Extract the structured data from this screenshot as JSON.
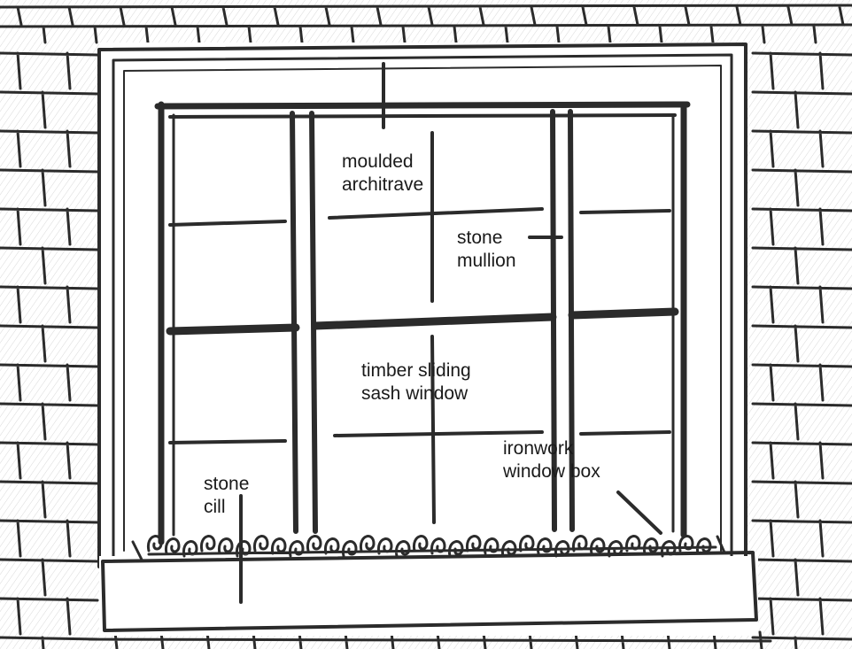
{
  "labels": {
    "architrave": {
      "line1": "moulded",
      "line2": "architrave"
    },
    "mullion": {
      "line1": "stone",
      "line2": "mullion"
    },
    "sash": {
      "line1": "timber sliding",
      "line2": "sash window"
    },
    "window_box": {
      "line1": "ironwork",
      "line2": "window box"
    },
    "cill": {
      "line1": "stone",
      "line2": "cill"
    }
  },
  "colors": {
    "ink": "#2b2b2b",
    "paper": "#ffffff",
    "wall_shade": "#ececec"
  }
}
